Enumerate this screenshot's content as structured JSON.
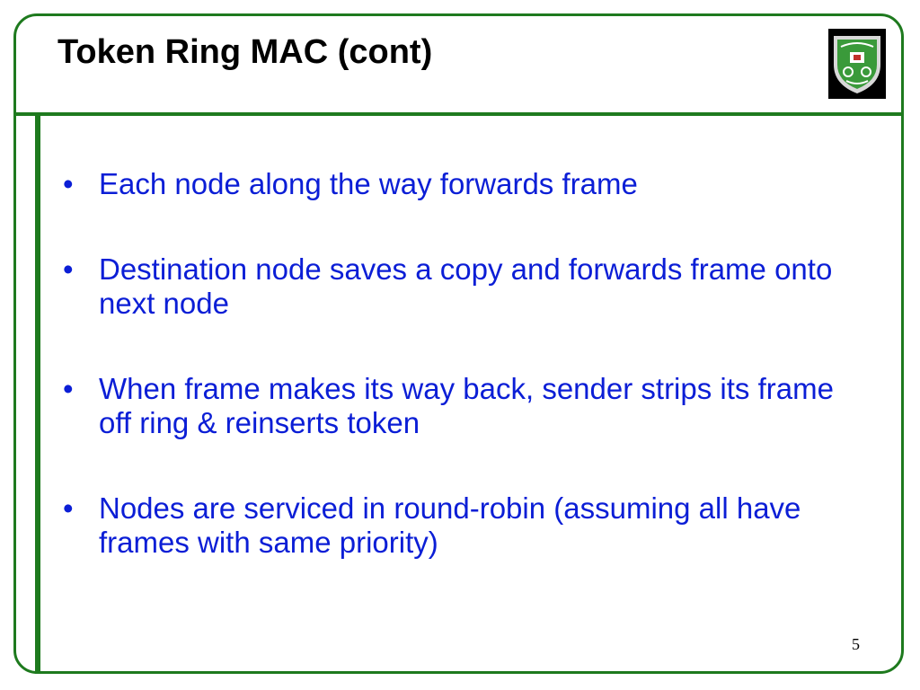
{
  "slide": {
    "title": "Token Ring MAC (cont)",
    "logo": {
      "icon": "university-emblem-icon",
      "colors": {
        "shield": "#3a9a3a",
        "rim": "#d8d8d8",
        "background": "#000000",
        "accent": "#c0302a"
      }
    },
    "bullet_symbol": "•",
    "bullets": [
      {
        "text": "Each node along the way forwards frame"
      },
      {
        "text": "Destination node saves a copy and forwards frame onto next node"
      },
      {
        "text": "When frame makes its way back, sender strips its frame off ring & reinserts token"
      },
      {
        "text": "Nodes are serviced in round-robin (assuming all have frames with same priority)"
      }
    ],
    "page_number": "5",
    "colors": {
      "frame": "#1e7a1e",
      "title": "#000000",
      "bullet_text": "#0b1ed6"
    }
  }
}
